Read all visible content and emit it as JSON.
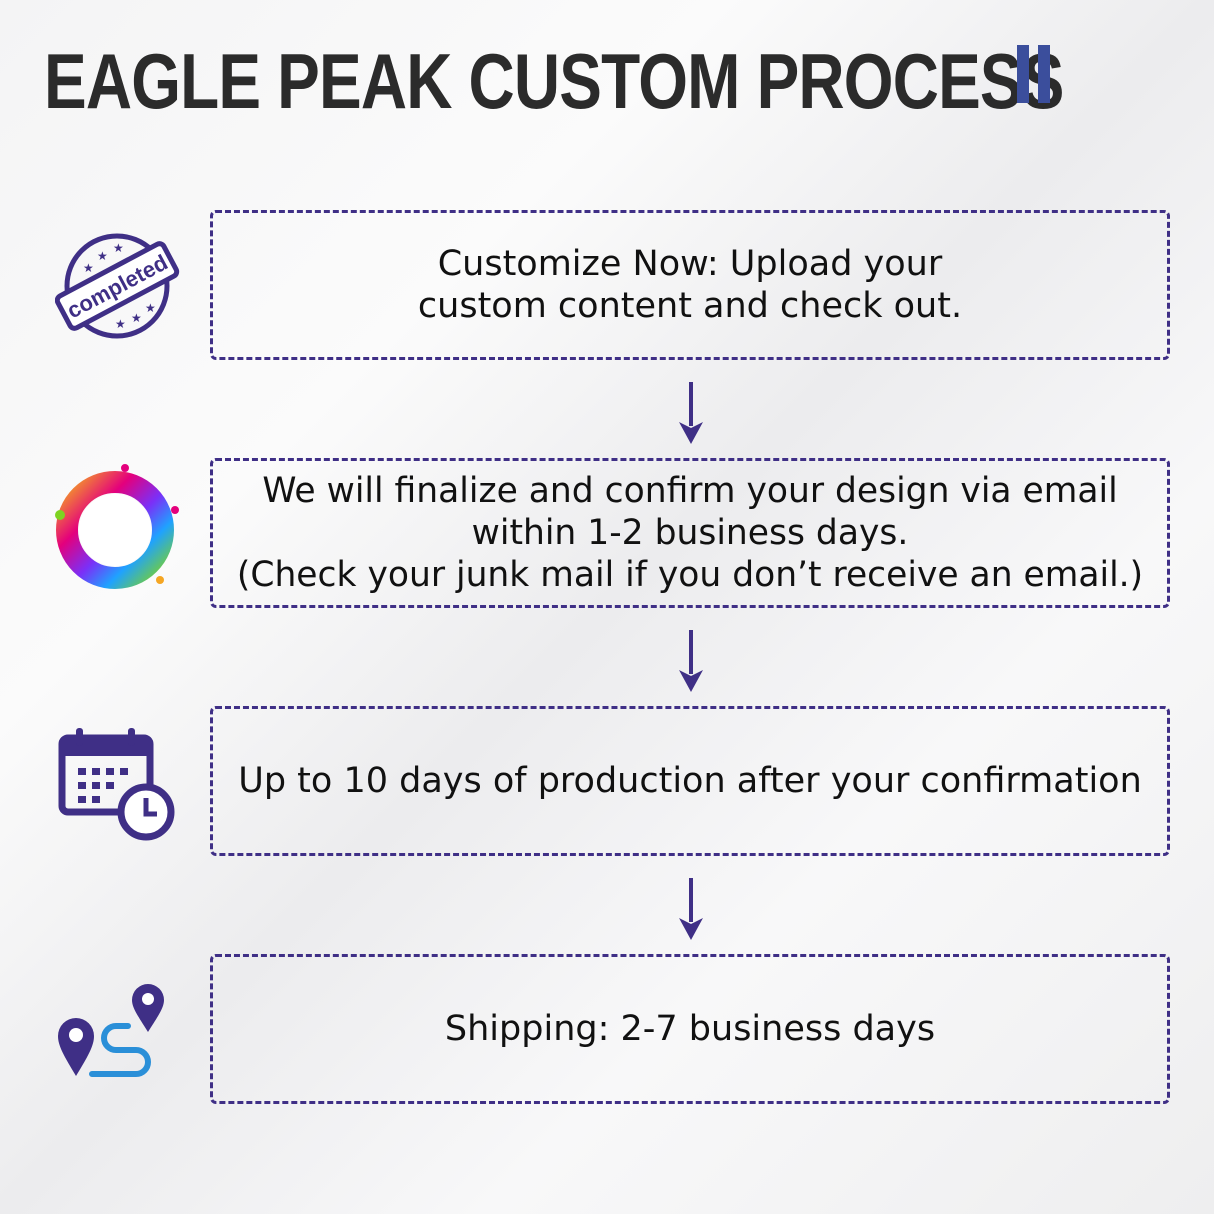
{
  "title": "EAGLE PEAK CUSTOM PROCESS",
  "accent_color": "#3f2f86",
  "steps": [
    {
      "icon": "completed-stamp-icon",
      "stamp_text": "completed",
      "text": "Customize Now: Upload your\ncustom content and check out."
    },
    {
      "icon": "paint-splash-icon",
      "text": "We will finalize and confirm your design via email\nwithin 1-2 business days.\n(Check your junk mail if you don’t receive an email.)"
    },
    {
      "icon": "calendar-clock-icon",
      "text": "Up to 10 days of production after your confirmation"
    },
    {
      "icon": "route-pins-icon",
      "text": "Shipping: 2-7 business days"
    }
  ]
}
